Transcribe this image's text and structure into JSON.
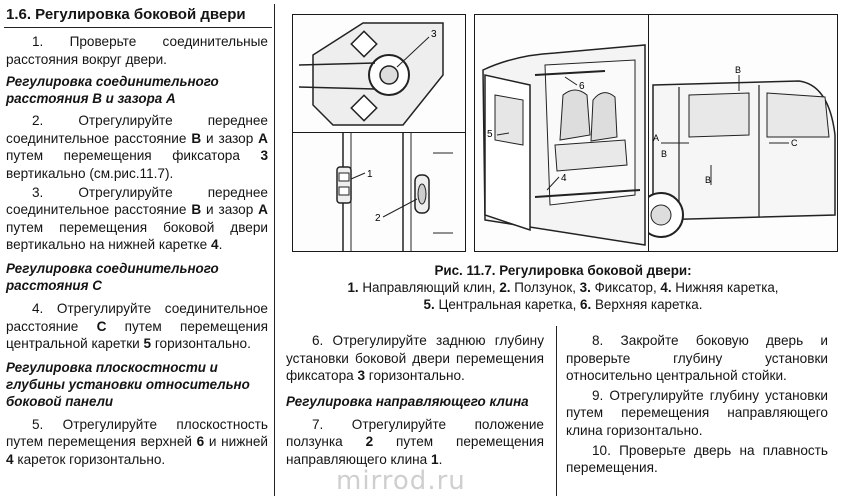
{
  "section_title": "1.6. Регулировка боковой двери",
  "left": {
    "p1": "1. Проверьте соединительные расстояния вокруг двери.",
    "h1": "Регулировка соединительного расстояния В и зазора А",
    "p2": [
      "2. Отрегулируйте переднее соединительное расстояние ",
      "В",
      " и зазор ",
      "А",
      " путем перемещения фиксатора ",
      "3",
      " вертикально (см.рис.11.7)."
    ],
    "p3": [
      "3. Отрегулируйте переднее соединительное расстояние ",
      "В",
      " и зазор ",
      "А",
      " путем перемещения боковой двери вертикально на нижней каретке ",
      "4",
      "."
    ],
    "h2": "Регулировка соединительного расстояния С",
    "p4": [
      "4. Отрегулируйте соединительное расстояние ",
      "С",
      " путем перемещения центральной каретки ",
      "5",
      " горизонтально."
    ],
    "h3": "Регулировка плоскостности и глубины установки относительно боковой панели",
    "p5": [
      "5. Отрегулируйте плоскостность путем перемещения верхней ",
      "6",
      " и нижней ",
      "4",
      " кареток горизонтально."
    ]
  },
  "figure": {
    "caption_title": "Рис. 11.7. Регулировка боковой двери:",
    "legend": [
      {
        "n": "1.",
        "t": " Направляющий клин, "
      },
      {
        "n": "2.",
        "t": " Ползунок, "
      },
      {
        "n": "3.",
        "t": " Фиксатор, "
      },
      {
        "n": "4.",
        "t": " Нижняя каретка,"
      },
      {
        "n": "5.",
        "t": " Центральная каретка, "
      },
      {
        "n": "6.",
        "t": " Верхняя каретка."
      }
    ],
    "labels": {
      "l1": "1",
      "l2": "2",
      "l3": "3",
      "l4": "4",
      "l5": "5",
      "l6": "6",
      "la": "A",
      "lb": "B",
      "lc": "C"
    }
  },
  "middle": {
    "p6": [
      "6. Отрегулируйте заднюю глубину установки боковой двери перемещения фиксатора ",
      "3",
      " горизонтально."
    ],
    "h4": "Регулировка направляющего клина",
    "p7": [
      "7. Отрегулируйте положение ползунка ",
      "2",
      " путем перемещения направляющего клина ",
      "1",
      "."
    ]
  },
  "right": {
    "p8": "8. Закройте боковую дверь и проверьте глубину установки относительно центральной стойки.",
    "p9": "9. Отрегулируйте глубину установки путем перемещения направляющего клина горизонтально.",
    "p10": "10. Проверьте дверь на плавность перемещения."
  },
  "watermark": "mirrod.ru"
}
